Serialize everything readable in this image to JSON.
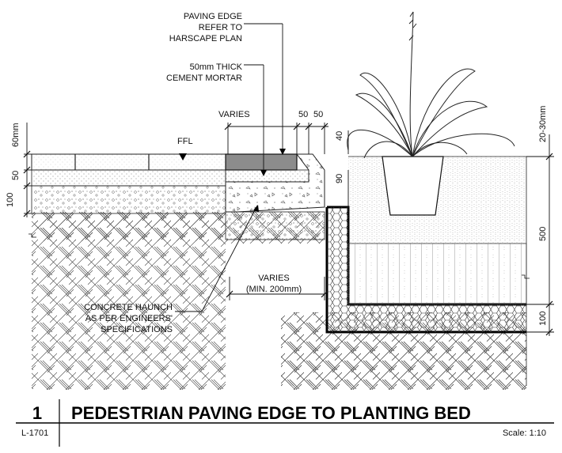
{
  "labels": {
    "paving_edge": [
      "PAVING EDGE",
      "REFER TO",
      "HARSCAPE PLAN"
    ],
    "mortar": [
      "50mm THICK",
      "CEMENT MORTAR"
    ],
    "varies_top": "VARIES",
    "ffl": "FFL",
    "haunch": [
      "CONCRETE HAUNCH",
      "AS PER ENGINEERS'",
      "SPECIFICATIONS"
    ],
    "varies_bottom": [
      "VARIES",
      "(MIN. 200mm)"
    ]
  },
  "dimensions": {
    "d60": "60mm",
    "d50": "50",
    "d100_left": "100",
    "d50a": "50",
    "d50b": "50",
    "d40": "40",
    "d90": "90",
    "d20_30": "20-30mm",
    "d500": "500",
    "d100_right": "100"
  },
  "title_block": {
    "number": "1",
    "title": "PEDESTRIAN PAVING EDGE TO PLANTING BED",
    "sheet": "L-1701",
    "scale": "Scale: 1:10"
  }
}
